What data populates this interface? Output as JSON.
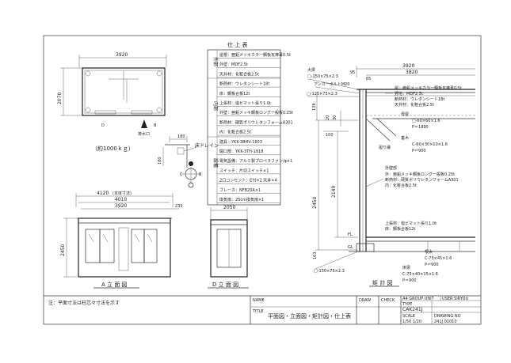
{
  "plan": {
    "width_dim": "3920",
    "depth_dim": "2070",
    "drain_label": "排水口",
    "weight_label": "（約1000ｋｇ）",
    "floor_drain_label": "床ドレイン",
    "drain_dim_a": "180",
    "drain_dim_b": "180"
  },
  "spec_table": {
    "title": "仕 上 表",
    "groups": [
      "外部",
      "内部",
      "設備"
    ],
    "rows": [
      "屋根：亜鉛メッキカラー鋼板瓦棒葺0.5t",
      "外壁：MDF2.5t",
      "天井材：化粧合板2.5t",
      "断熱材：ウレタンシート18t",
      "床：鋼板合板12t",
      "上張材：塩ビマット張り1.0t",
      "外壁：亜鉛メッキ鋼板ロング一般板0.25t",
      "断熱材：硬質ポリウレタンフォームA301",
      "内：化粧合板2.5t",
      "建具：YKK-3BHV-1603",
      "開口部：YKK-3TH-1818",
      "電気設備：アルミ製プロペラファン/φ×1",
      "スイッチ：片切スイッチ×1",
      "2口コンセント：E付×2 天井×4",
      "ブレーカ：NFB20A×1",
      "換気扇：25cm換気扇×1"
    ]
  },
  "front_view": {
    "dim_total": "4120",
    "dim_total_note": "(本体寸法)",
    "dim_mid": "4010",
    "dim_inner": "3920",
    "dim_eave": "235",
    "height": "2450",
    "label": "A 立 面 図"
  },
  "side_view": {
    "width": "2050",
    "label": "D 立 面 図"
  },
  "section": {
    "top_width": "3920",
    "inner_width": "3820",
    "label_chord": "大梁",
    "chord_size": "□-150×75×2.3",
    "label_anchor": "アンカーボルトM20",
    "beam_size": "□-125×75×2.3",
    "roof_spec": [
      "屋：亜鉛メッキカラー鋼板瓦棒葺0.5t",
      "野地：MDF2.5t",
      "断熱材：ウレタンシート18t",
      "天井材：化粧合板2.5t"
    ],
    "dim_95": "95",
    "dim_65": "65",
    "dim_138": "138",
    "dim_20": "20",
    "dim_30": "30",
    "dim_100": "100",
    "label_mawaribuchi": "廻り縁",
    "dim_2450": "2450",
    "dim_2149": "2149",
    "dim_163": "163",
    "purlin_label": "母屋",
    "purlin_size": "□-60×60×1.6",
    "purlin_pitch": "P＝1890",
    "rafter_label": "垂木",
    "rafter_size": "C-60×30×10×1.6",
    "rafter_pitch": "P＝900",
    "wall_spec_title": "外壁部",
    "wall_spec": [
      "外：亜鉛メッキ鋼板ロング一般板0.25t",
      "断熱材：硬質ポリウレタンフォームA301",
      "内：化粧合板2.5t"
    ],
    "floor_spec": [
      "上張材：塩ビマット張り1.0t",
      "床：鋼板合板12t"
    ],
    "fl_label": "FL",
    "gl_label": "GL",
    "sill_size": "□-150×75×2.3",
    "joist_label": "根太",
    "joist_size": "C-75×45×1.6",
    "joist_pitch": "P＝900",
    "floor_beam_label": "床梁",
    "floor_beam_size": "C-75×40×15×1.6",
    "floor_beam_pitch": "P＝900",
    "view_label": "矩 計 図"
  },
  "note": "注：平面寸法は柱芯々寸法を示す",
  "title_block": {
    "name_label": "NAME",
    "title_label": "TITLE",
    "title_value": "平面図・立面図・矩計図・仕上表",
    "draw_label": "DRAW",
    "check_label": "CHECK",
    "group_label": "A4 GROUP UNIT",
    "user_label": "USER SIRYOU",
    "type_label": "TYPE",
    "type_value": "CAK241J",
    "scale_label": "SCALE",
    "scale_value": "1/50 1/20",
    "drawing_no_label": "DRAWING NO",
    "drawing_no_value": "241J 01010"
  }
}
